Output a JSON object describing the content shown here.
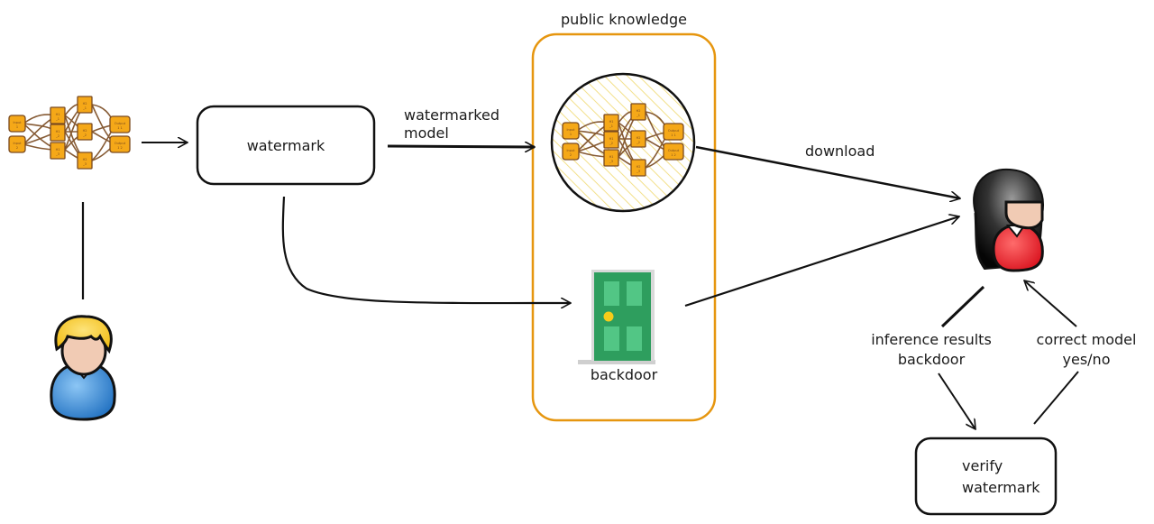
{
  "diagram": {
    "title": "Model watermarking via backdoor",
    "labels": {
      "public_knowledge": "public knowledge",
      "watermark_box": "watermark",
      "watermarked_model_line1": "watermarked",
      "watermarked_model_line2": "model",
      "download": "download",
      "backdoor": "backdoor",
      "inference_line1": "inference results",
      "inference_line2": "backdoor",
      "correct_line1": "correct model",
      "correct_line2": "yes/no",
      "verify_line1": "verify",
      "verify_line2": "watermark"
    },
    "neural_net": {
      "inputs": [
        "Input 1",
        "Input 2"
      ],
      "hidden1": [
        "H1 _1",
        "H1 _2",
        "H1 _3"
      ],
      "hidden2": [
        "H2 _1",
        "H2 _2",
        "H2 _3"
      ],
      "outputs": [
        "Output 1",
        "Output 2"
      ]
    },
    "actors": {
      "owner": "model owner (blonde user)",
      "user": "downloader (dark-haired user)"
    },
    "colors": {
      "container_border": "#e6960f",
      "node_fill": "#f5a818",
      "node_stroke": "#7a4a20",
      "hatch": "#f3e08a",
      "door": "#2e9e5e",
      "door_panel": "#52c685",
      "door_knob": "#f7cc1a",
      "owner_hair": "#f6c81a",
      "owner_shirt": "#2f86d8",
      "user_shirt": "#e81e2a",
      "skin": "#f1cbb4"
    }
  }
}
